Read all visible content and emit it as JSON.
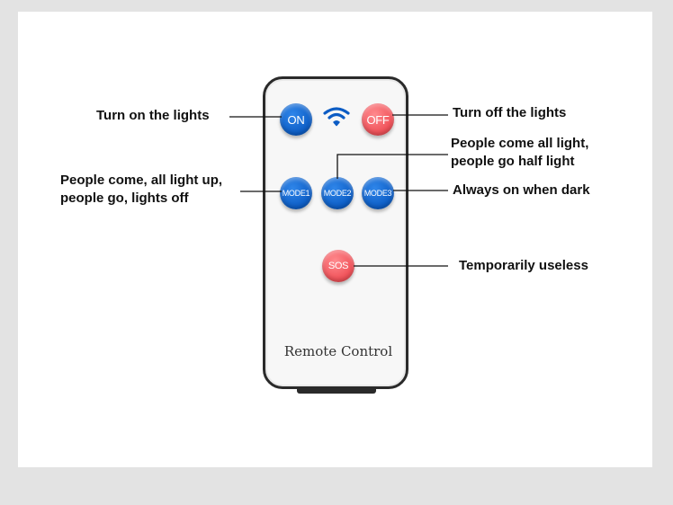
{
  "remote": {
    "label": "Remote Control",
    "buttons": {
      "on": "ON",
      "off": "OFF",
      "mode1": "MODE1",
      "mode2": "MODE2",
      "mode3": "MODE3",
      "sos": "SOS"
    }
  },
  "callouts": {
    "on": "Turn on the lights",
    "off": "Turn off the lights",
    "mode1_line1": "People come, all light up,",
    "mode1_line2": "people go, lights off",
    "mode2_line1": "People come all light,",
    "mode2_line2": "people go half light",
    "mode3": "Always on when dark",
    "sos": "Temporarily useless"
  },
  "colors": {
    "blue_button": "#0c5cc4",
    "red_button": "#f05259"
  },
  "icons": {
    "signal": "wifi-icon"
  }
}
